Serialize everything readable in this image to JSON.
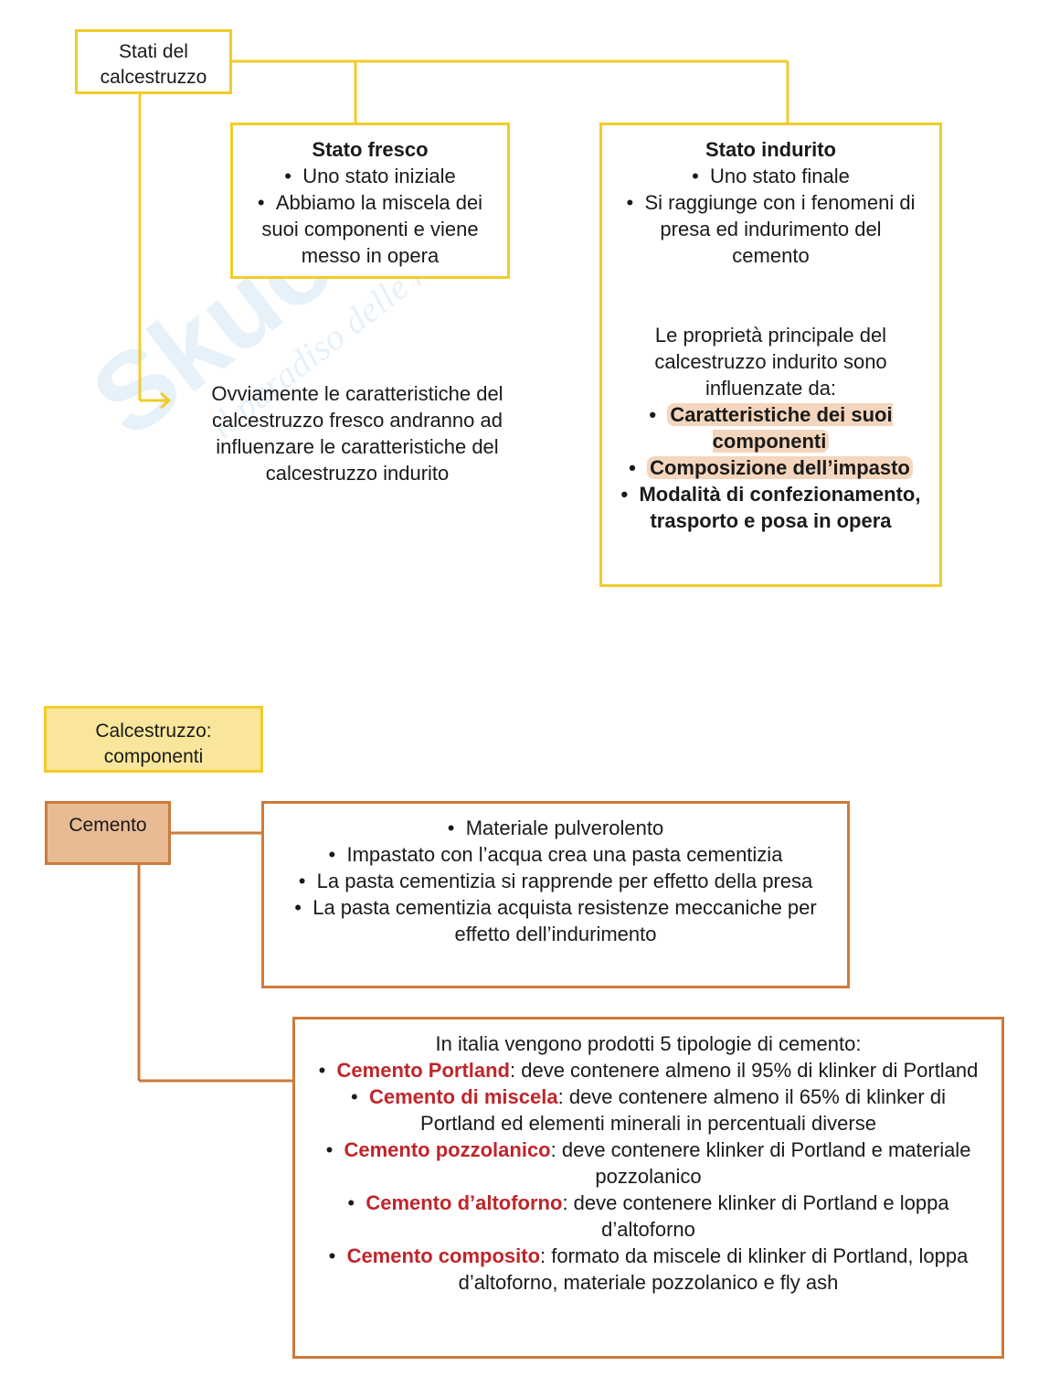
{
  "states": {
    "title": "Stati del calcestruzzo",
    "fresh": {
      "heading": "Stato fresco",
      "bullets": [
        "Uno stato iniziale",
        "Abbiamo la miscela dei suoi componenti e viene messo in opera"
      ]
    },
    "hardened": {
      "heading": "Stato indurito",
      "bullets": [
        "Uno stato finale",
        "Si raggiunge con i fenomeni di presa ed indurimento del cemento"
      ],
      "properties_intro": "Le proprietà principale del calcestruzzo indurito sono influenzate da:",
      "properties": [
        "Caratteristiche dei suoi componenti",
        "Composizione dell’impasto",
        "Modalità di confezionamento, trasporto e posa in opera"
      ]
    },
    "note": "Ovviamente le caratteristiche del calcestruzzo fresco andranno ad influenzare le caratteristiche del calcestruzzo indurito"
  },
  "components": {
    "title": "Calcestruzzo: componenti",
    "cement": {
      "label": "Cemento",
      "bullets": [
        "Materiale pulverolento",
        "Impastato con l’acqua crea una pasta cementizia",
        "La pasta cementizia si rapprende per effetto della presa",
        "La pasta cementizia acquista resistenze meccaniche per effetto dell’indurimento"
      ],
      "types_intro": "In italia vengono prodotti 5 tipologie di cemento:",
      "types": [
        {
          "name": "Cemento Portland",
          "desc": ": deve contenere almeno il 95% di klinker di Portland"
        },
        {
          "name": "Cemento di miscela",
          "desc": ": deve contenere almeno il 65% di klinker di Portland ed elementi minerali in percentuali diverse"
        },
        {
          "name": "Cemento pozzolanico",
          "desc": ": deve contenere klinker di Portland e materiale pozzolanico"
        },
        {
          "name": "Cemento d’altoforno",
          "desc": ": deve contenere klinker di Portland e loppa d’altoforno"
        },
        {
          "name": "Cemento composito",
          "desc": ": formato da miscele di klinker di Portland, loppa d’altoforno, materiale pozzolanico e fly ash"
        }
      ]
    }
  },
  "colors": {
    "yellow_border": "#f2cc2a",
    "orange_border": "#cd7a3a",
    "cement_fill": "#e8bb95",
    "title_fill": "#f9e69a",
    "type_red": "#c0252a"
  },
  "watermark": "Skuola.net il paradiso delle matricole"
}
